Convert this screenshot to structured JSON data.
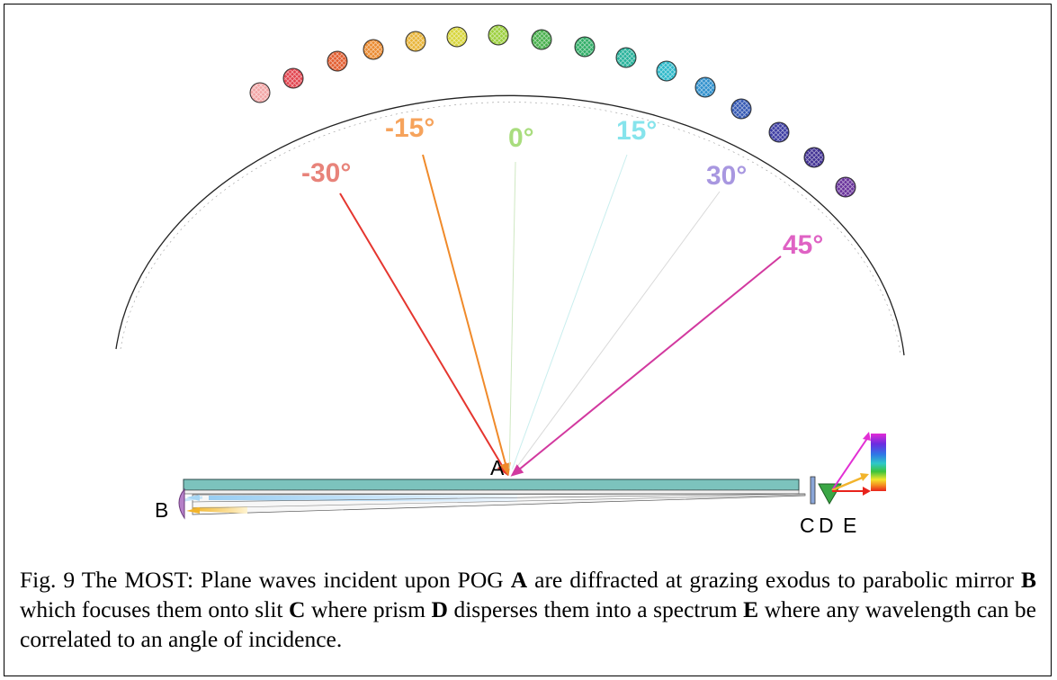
{
  "figure": {
    "angle_labels": [
      {
        "text": "-30°",
        "color": "#e8837a",
        "ray_color": "#e5362f"
      },
      {
        "text": "-15°",
        "color": "#f6a35c",
        "ray_color": "#f08a2a"
      },
      {
        "text": "0°",
        "color": "#a9dd7e",
        "ray_color": "#cfe8c2"
      },
      {
        "text": "15°",
        "color": "#86e4ec",
        "ray_color": "#c9eeee"
      },
      {
        "text": "30°",
        "color": "#a897e0",
        "ray_color": "#d9d9d9"
      },
      {
        "text": "45°",
        "color": "#df62c4",
        "ray_color": "#d2399f"
      }
    ],
    "sphere_colors": [
      "#f2a5a5",
      "#e2434e",
      "#e25c2e",
      "#ea8a2f",
      "#e8b437",
      "#d7d539",
      "#9bcf3c",
      "#47b04b",
      "#2fad66",
      "#25b19a",
      "#2cb8c9",
      "#2e8fcc",
      "#3458b3",
      "#3b3ba2",
      "#3f2f93",
      "#67309a"
    ],
    "labels": {
      "A": "A",
      "B": "B",
      "C": "C",
      "D": "D",
      "E": "E"
    },
    "colors": {
      "grating": "#7cc3bd",
      "mirror": "#b580c8",
      "prism": "#3aa645",
      "slit": "#8aa6d8",
      "spectrum_top": "#e22fd4",
      "spectrum_bottom": "#e8231c"
    }
  },
  "caption": {
    "prefix": "Fig. 9 The MOST: Plane waves incident upon POG ",
    "A": "A",
    "text2": " are diffracted at grazing exodus to parabolic mirror ",
    "B": "B",
    "text3": " which focuses them onto slit ",
    "C": "C",
    "text4": " where prism ",
    "D": "D",
    "text5": " disperses them into a spectrum ",
    "E": "E",
    "text6": " where any wavelength can be correlated to an angle of incidence."
  }
}
